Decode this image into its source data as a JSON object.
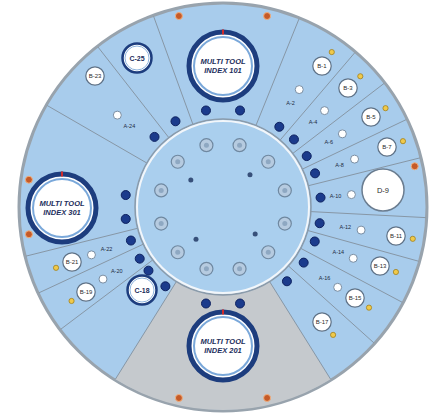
{
  "diagram": {
    "nodes": [
      {
        "text": [
          "MULTI TOOL INDEX 101"
        ]
      },
      {
        "text": [
          "B-1"
        ]
      },
      {
        "text": [
          "B-3"
        ]
      },
      {
        "text": [
          "B-5"
        ]
      },
      {
        "text": [
          "B-7"
        ]
      },
      {
        "text": [
          "D-9"
        ]
      },
      {
        "text": [
          "B-11"
        ]
      },
      {
        "text": [
          "B-13"
        ]
      },
      {
        "text": [
          "B-15"
        ]
      },
      {
        "text": [
          "B-17"
        ]
      },
      {
        "text": [
          "MULTI TOOL INDEX 201"
        ]
      },
      {
        "text": [
          "C-18"
        ]
      },
      {
        "text": [
          "B-19"
        ]
      },
      {
        "text": [
          "B-21"
        ]
      },
      {
        "text": [
          "MULTI TOOL INDEX 301"
        ]
      },
      {
        "text": [
          "B-23"
        ]
      },
      {
        "text": [
          "C-25"
        ]
      }
    ],
    "labels": [
      "A-2",
      "A-4",
      "A-6",
      "A-8",
      "A-10",
      "A-12",
      "A-14",
      "A-16",
      "A-20",
      "A-22",
      "A-24"
    ]
  }
}
